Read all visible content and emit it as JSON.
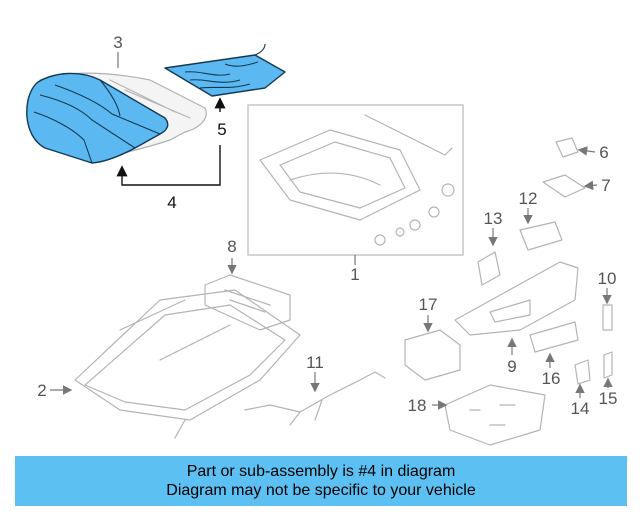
{
  "callouts": {
    "c1": "1",
    "c2": "2",
    "c3": "3",
    "c4": "4",
    "c5": "5",
    "c6": "6",
    "c7": "7",
    "c8": "8",
    "c9": "9",
    "c10": "10",
    "c11": "11",
    "c12": "12",
    "c13": "13",
    "c14": "14",
    "c15": "15",
    "c16": "16",
    "c17": "17",
    "c18": "18"
  },
  "banner": {
    "line1": "Part or sub-assembly is #4 in diagram",
    "line2": "Diagram may not be specific to your vehicle"
  },
  "colors": {
    "highlight": "#5bb8f0",
    "banner": "#5cc0f2"
  }
}
